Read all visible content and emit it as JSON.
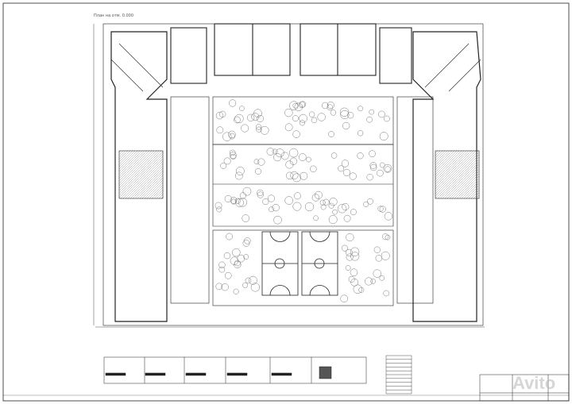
{
  "drawing": {
    "title": "План на отм. 0.000",
    "watermark": "Avito",
    "colors": {
      "line": "#222222",
      "tree": "#777777",
      "hatch": "#999999",
      "paper": "#ffffff"
    },
    "legend_panels": 6,
    "spec_table_rows": 10
  }
}
